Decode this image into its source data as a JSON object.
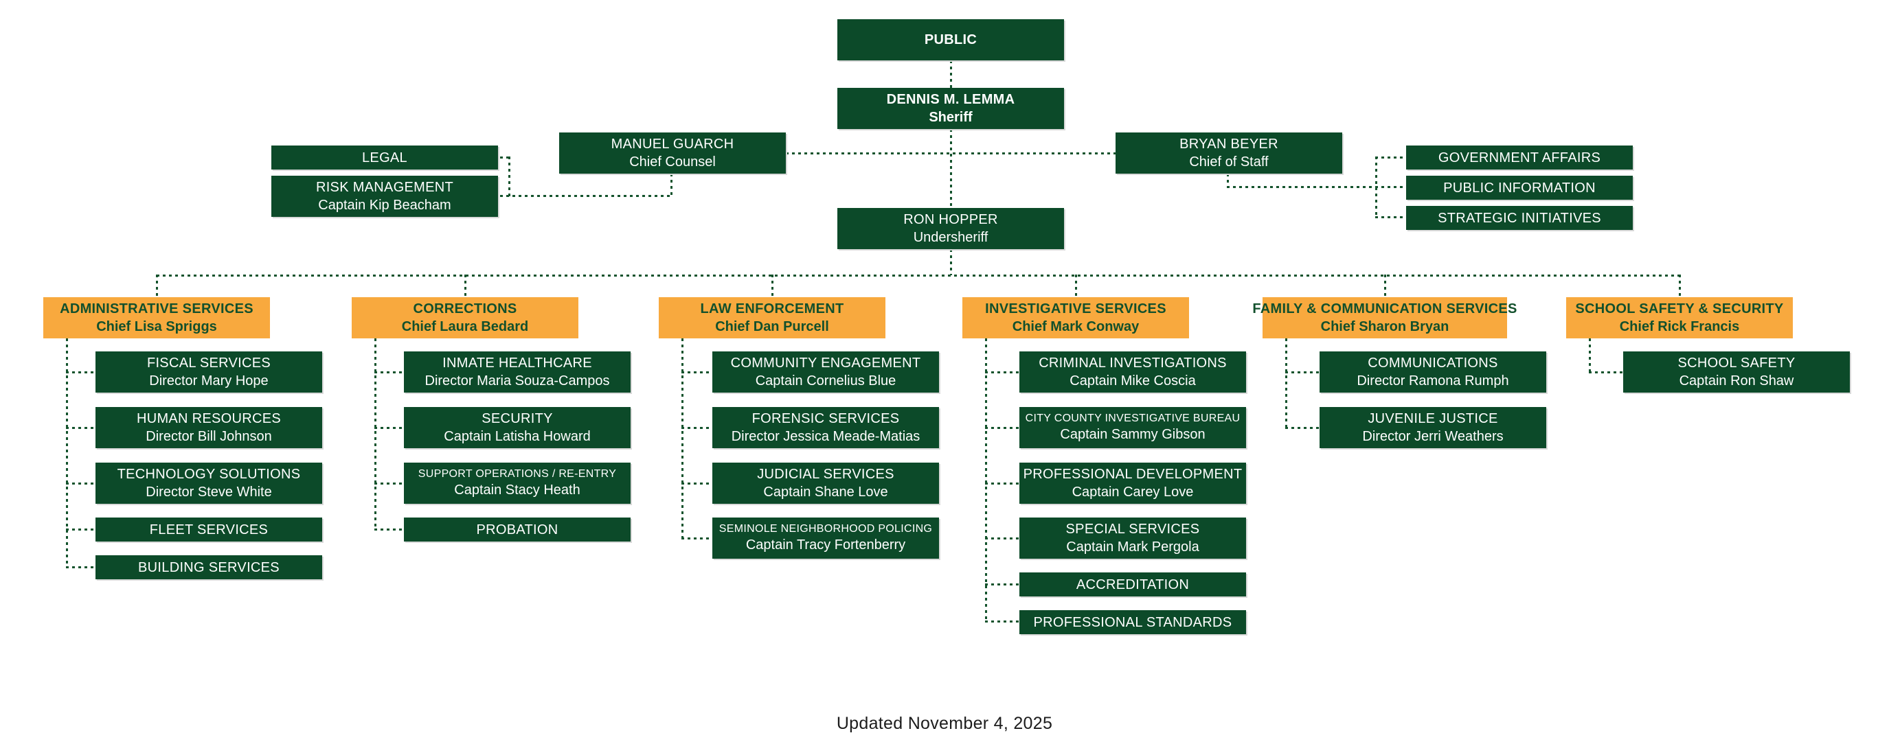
{
  "colors": {
    "dark_green": "#0c4a29",
    "orange": "#f8a93e",
    "connector_green": "#14532d",
    "text_on_green": "#ffffff",
    "text_on_orange": "#12502c"
  },
  "top": {
    "public": {
      "title": "PUBLIC"
    },
    "sheriff": {
      "title": "DENNIS M. LEMMA",
      "subtitle": "Sheriff"
    },
    "undersheriff": {
      "title": "RON HOPPER",
      "subtitle": "Undersheriff"
    }
  },
  "staff": {
    "legal": {
      "title": "LEGAL"
    },
    "risk_management": {
      "title": "RISK MANAGEMENT",
      "subtitle": "Captain Kip Beacham"
    },
    "chief_counsel": {
      "title": "MANUEL GUARCH",
      "subtitle": "Chief Counsel"
    },
    "chief_of_staff": {
      "title": "BRYAN BEYER",
      "subtitle": "Chief of Staff"
    },
    "government_affairs": {
      "title": "GOVERNMENT AFFAIRS"
    },
    "public_information": {
      "title": "PUBLIC INFORMATION"
    },
    "strategic_initiatives": {
      "title": "STRATEGIC INITIATIVES"
    }
  },
  "divisions": [
    {
      "title": "ADMINISTRATIVE SERVICES",
      "subtitle": "Chief Lisa Spriggs",
      "units": [
        {
          "title": "FISCAL SERVICES",
          "subtitle": "Director Mary Hope"
        },
        {
          "title": "HUMAN RESOURCES",
          "subtitle": "Director Bill Johnson"
        },
        {
          "title": "TECHNOLOGY SOLUTIONS",
          "subtitle": "Director Steve White"
        },
        {
          "title": "FLEET SERVICES"
        },
        {
          "title": "BUILDING SERVICES"
        }
      ]
    },
    {
      "title": "CORRECTIONS",
      "subtitle": "Chief Laura Bedard",
      "units": [
        {
          "title": "INMATE HEALTHCARE",
          "subtitle": "Director Maria Souza-Campos"
        },
        {
          "title": "SECURITY",
          "subtitle": "Captain Latisha Howard"
        },
        {
          "title": "SUPPORT OPERATIONS / RE-ENTRY",
          "subtitle": "Captain Stacy Heath"
        },
        {
          "title": "PROBATION"
        }
      ]
    },
    {
      "title": "LAW ENFORCEMENT",
      "subtitle": "Chief Dan Purcell",
      "units": [
        {
          "title": "COMMUNITY ENGAGEMENT",
          "subtitle": "Captain Cornelius Blue"
        },
        {
          "title": "FORENSIC SERVICES",
          "subtitle": "Director Jessica Meade-Matias"
        },
        {
          "title": "JUDICIAL SERVICES",
          "subtitle": "Captain Shane Love"
        },
        {
          "title": "SEMINOLE NEIGHBORHOOD POLICING",
          "subtitle": "Captain Tracy Fortenberry"
        }
      ]
    },
    {
      "title": "INVESTIGATIVE SERVICES",
      "subtitle": "Chief Mark Conway",
      "units": [
        {
          "title": "CRIMINAL INVESTIGATIONS",
          "subtitle": "Captain Mike Coscia"
        },
        {
          "title": "CITY COUNTY INVESTIGATIVE BUREAU",
          "subtitle": "Captain Sammy Gibson"
        },
        {
          "title": "PROFESSIONAL DEVELOPMENT",
          "subtitle": "Captain Carey Love"
        },
        {
          "title": "SPECIAL SERVICES",
          "subtitle": "Captain Mark Pergola"
        },
        {
          "title": "ACCREDITATION"
        },
        {
          "title": "PROFESSIONAL STANDARDS"
        }
      ]
    },
    {
      "title": "FAMILY & COMMUNICATION SERVICES",
      "subtitle": "Chief Sharon Bryan",
      "units": [
        {
          "title": "COMMUNICATIONS",
          "subtitle": "Director Ramona Rumph"
        },
        {
          "title": "JUVENILE JUSTICE",
          "subtitle": "Director Jerri Weathers"
        }
      ]
    },
    {
      "title": "SCHOOL SAFETY & SECURITY",
      "subtitle": "Chief Rick Francis",
      "units": [
        {
          "title": "SCHOOL SAFETY",
          "subtitle": "Captain Ron Shaw"
        }
      ]
    }
  ],
  "footer": {
    "updated": "Updated November 4, 2025"
  }
}
